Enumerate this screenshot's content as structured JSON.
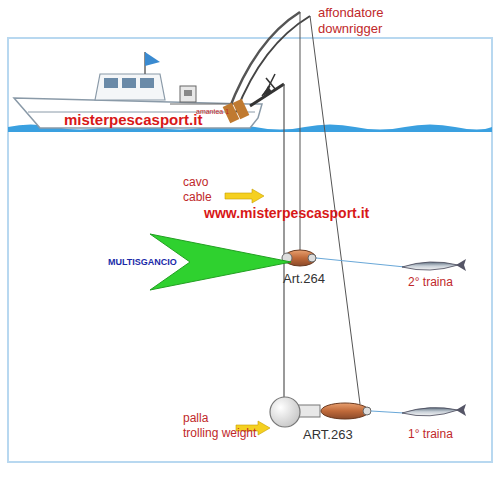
{
  "diagram": {
    "nodes": [
      {
        "text": [
          "MULTISGANCIO"
        ]
      }
    ],
    "labels": [
      "affondatore",
      "downrigger",
      "amantea 1",
      "misterpescasport.it",
      "cavo",
      "cable",
      "www.misterpescasport.it",
      "Art.264",
      "2° traina",
      "palla",
      "trolling weight",
      "ART.263",
      "1° traina"
    ]
  }
}
